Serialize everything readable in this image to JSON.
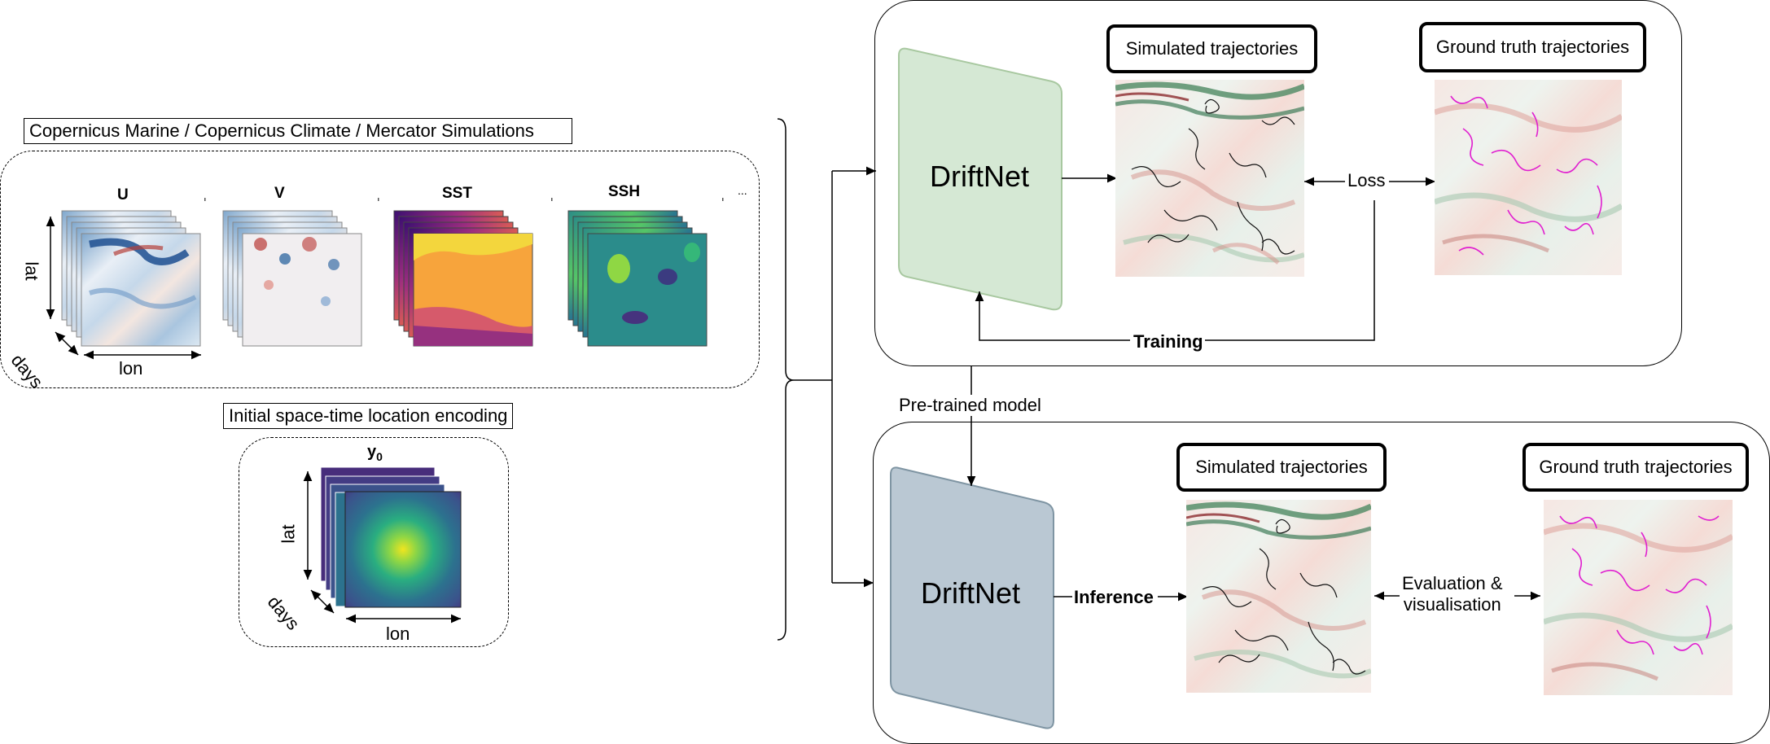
{
  "sources_label": "Copernicus Marine / Copernicus Climate / Mercator Simulations",
  "channels": [
    {
      "name": "U",
      "colormap": "blue-white-red"
    },
    {
      "name": "V",
      "colormap": "blue-white-red"
    },
    {
      "name": "SST",
      "colormap": "plasma"
    },
    {
      "name": "SSH",
      "colormap": "viridis"
    }
  ],
  "channel_ellipsis": "...",
  "axes": {
    "lat": "lat",
    "days": "days",
    "lon": "lon"
  },
  "encoding_label": "Initial space-time location encoding",
  "encoding_channel": {
    "base": "y",
    "subscript": "0"
  },
  "training": {
    "model": "DriftNet",
    "simulated": "Simulated trajectories",
    "ground_truth": "Ground truth trajectories",
    "loss": "Loss",
    "training_label": "Training"
  },
  "pretrained_label": "Pre-trained model",
  "inference": {
    "model": "DriftNet",
    "inference_label": "Inference",
    "simulated": "Simulated trajectories",
    "ground_truth": "Ground truth trajectories",
    "evaluation_line1": "Evaluation &",
    "evaluation_line2": "visualisation"
  },
  "colors": {
    "driftnet_train_fill": "#d5e8d4",
    "driftnet_train_stroke": "#a8c8a0",
    "driftnet_infer_fill": "#bac8d3",
    "driftnet_infer_stroke": "#7f95a3",
    "simulated_traj": "#111111",
    "ground_truth_traj": "#e020d0"
  }
}
